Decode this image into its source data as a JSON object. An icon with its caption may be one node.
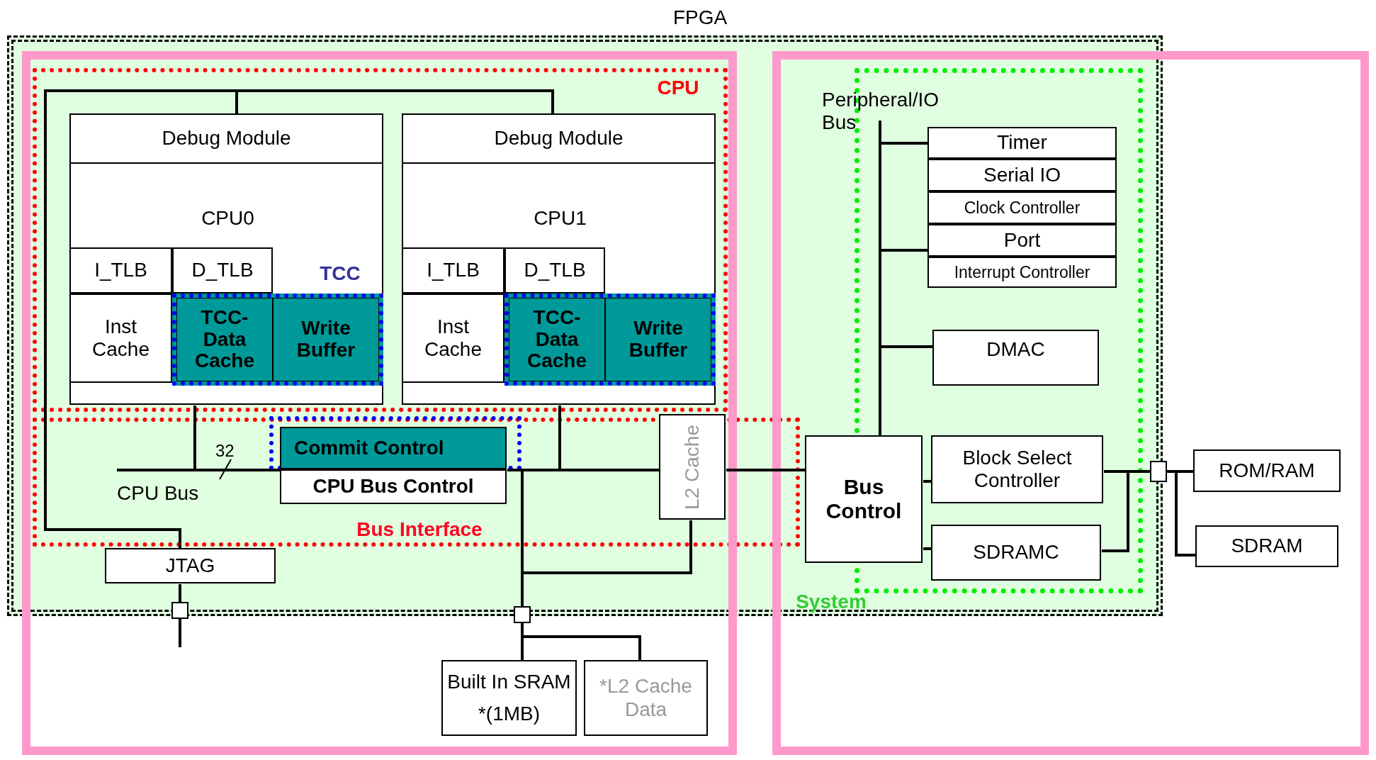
{
  "diagram": {
    "nodes": [
      {
        "text": [
          "FPGA"
        ]
      },
      {
        "text": [
          "CPU"
        ],
        "in": 0
      },
      {
        "text": [
          "CPU0"
        ],
        "in": 1
      },
      {
        "text": [
          "Debug Module"
        ],
        "in": 2
      },
      {
        "text": [
          "I_TLB"
        ],
        "in": 2
      },
      {
        "text": [
          "D_TLB"
        ],
        "in": 2
      },
      {
        "text": [
          "Inst Cache"
        ],
        "in": 2
      },
      {
        "text": [
          "TCC"
        ],
        "in": 2
      },
      {
        "text": [
          "TCC-Data Cache"
        ],
        "in": 7
      },
      {
        "text": [
          "Write Buffer"
        ],
        "in": 7
      },
      {
        "text": [
          "CPU1"
        ],
        "in": 1
      },
      {
        "text": [
          "Debug Module"
        ],
        "in": 10
      },
      {
        "text": [
          "I_TLB"
        ],
        "in": 10
      },
      {
        "text": [
          "D_TLB"
        ],
        "in": 10
      },
      {
        "text": [
          "Inst Cache"
        ],
        "in": 10
      },
      {
        "text": [],
        "shape": "box",
        "in": 10
      },
      {
        "text": [
          "TCC-Data Cache"
        ],
        "in": 15
      },
      {
        "text": [
          "Write Buffer"
        ],
        "in": 15
      },
      {
        "text": [
          "System"
        ],
        "in": 0
      },
      {
        "text": [
          "Timer"
        ],
        "in": 18
      },
      {
        "text": [
          "Serial IO"
        ],
        "in": 18
      },
      {
        "text": [
          "Clock Controller"
        ],
        "in": 18
      },
      {
        "text": [
          "Port"
        ],
        "in": 18
      },
      {
        "text": [
          "Interrupt Controller"
        ],
        "in": 18
      },
      {
        "text": [
          "DMAC"
        ],
        "in": 18
      },
      {
        "text": [
          "Bus Interface"
        ],
        "in": 0
      },
      {
        "text": [],
        "shape": "box",
        "in": 25
      },
      {
        "text": [
          "Commit Control"
        ],
        "in": 26
      },
      {
        "text": [
          "CPU Bus Control"
        ],
        "in": 25
      },
      {
        "text": [
          "L2 Cache"
        ],
        "in": 25
      },
      {
        "text": [
          "Bus Control"
        ],
        "in": 0
      },
      {
        "text": [
          "Block Select Controller"
        ],
        "in": 18
      },
      {
        "text": [
          "SDRAMC"
        ],
        "in": 18
      },
      {
        "text": [],
        "shape": "box"
      },
      {
        "text": [
          "ROM/RAM"
        ]
      },
      {
        "text": [
          "SDRAM"
        ]
      },
      {
        "text": [
          "JTAG"
        ],
        "in": 0
      },
      {
        "text": [],
        "shape": "box"
      },
      {
        "text": [],
        "shape": "box"
      },
      {
        "text": [
          "Built In SRAM",
          "*(1MB)"
        ]
      },
      {
        "text": [
          "*L2 Cache Data"
        ]
      }
    ],
    "edges": [
      {
        "from": null,
        "to": 28,
        "arrow": "none"
      },
      {
        "from": 2,
        "to": 28,
        "arrow": "none",
        "label": "32"
      },
      {
        "from": 10,
        "to": 28,
        "arrow": "none"
      },
      {
        "from": 28,
        "to": 29,
        "arrow": "none"
      },
      {
        "from": 29,
        "to": 30,
        "arrow": "none"
      },
      {
        "from": 28,
        "to": 38,
        "arrow": "none"
      },
      {
        "from": 29,
        "to": 38,
        "arrow": "none"
      },
      {
        "from": 38,
        "to": 39,
        "arrow": "none"
      },
      {
        "from": 38,
        "to": 40,
        "arrow": "none"
      },
      {
        "from": 36,
        "to": 3,
        "arrow": "none"
      },
      {
        "from": 36,
        "to": 11,
        "arrow": "none"
      },
      {
        "from": 36,
        "to": 37,
        "arrow": "none"
      },
      {
        "from": 37,
        "to": null,
        "arrow": "none"
      },
      {
        "from": 30,
        "to": 19,
        "arrow": "none"
      },
      {
        "from": 30,
        "to": 22,
        "arrow": "none"
      },
      {
        "from": 30,
        "to": 24,
        "arrow": "none"
      },
      {
        "from": 30,
        "to": 31,
        "arrow": "none"
      },
      {
        "from": 30,
        "to": 32,
        "arrow": "none"
      },
      {
        "from": 31,
        "to": 33,
        "arrow": "none"
      },
      {
        "from": 32,
        "to": 33,
        "arrow": "none"
      },
      {
        "from": 33,
        "to": 34,
        "arrow": "none"
      },
      {
        "from": 33,
        "to": 35,
        "arrow": "none"
      }
    ],
    "labels": [
      "CPU Bus",
      "Peripheral/IO Bus"
    ]
  }
}
